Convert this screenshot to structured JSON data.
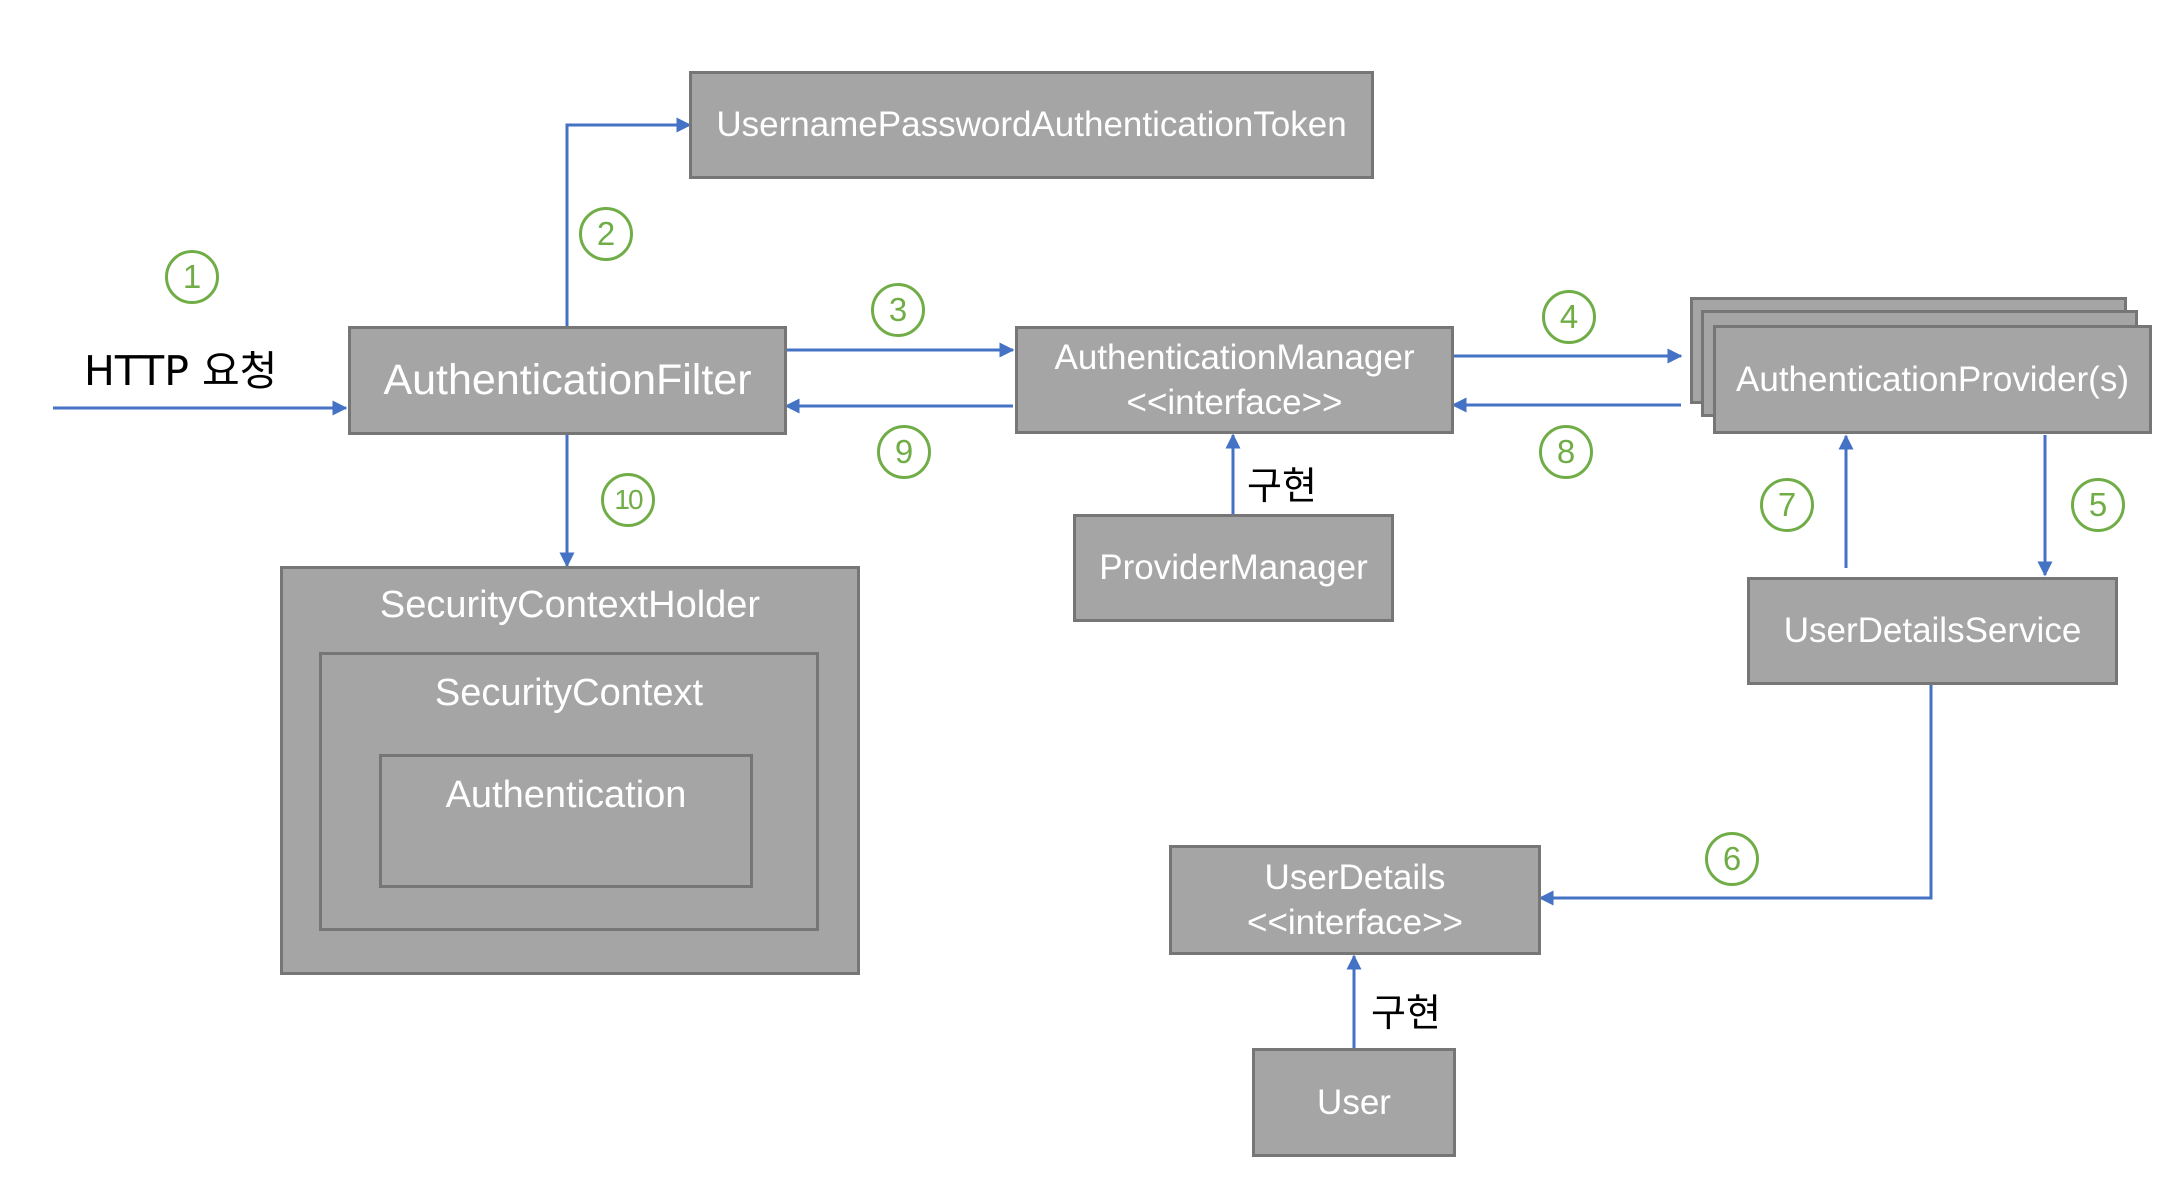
{
  "request_label": "HTTP 요청",
  "boxes": {
    "token": "UsernamePasswordAuthenticationToken",
    "filter": "AuthenticationFilter",
    "manager_name": "AuthenticationManager",
    "manager_stereotype": "<<interface>>",
    "provider_manager": "ProviderManager",
    "providers": "AuthenticationProvider(s)",
    "user_details_service": "UserDetailsService",
    "user_details_name": "UserDetails",
    "user_details_stereotype": "<<interface>>",
    "user": "User",
    "holder": "SecurityContextHolder",
    "context": "SecurityContext",
    "authentication": "Authentication"
  },
  "implements_label": "구현",
  "steps": [
    "1",
    "2",
    "3",
    "4",
    "5",
    "6",
    "7",
    "8",
    "9",
    "10"
  ],
  "colors": {
    "box_fill": "#a5a5a5",
    "box_border": "#767676",
    "arrow": "#4472c4",
    "step": "#70ad47"
  }
}
